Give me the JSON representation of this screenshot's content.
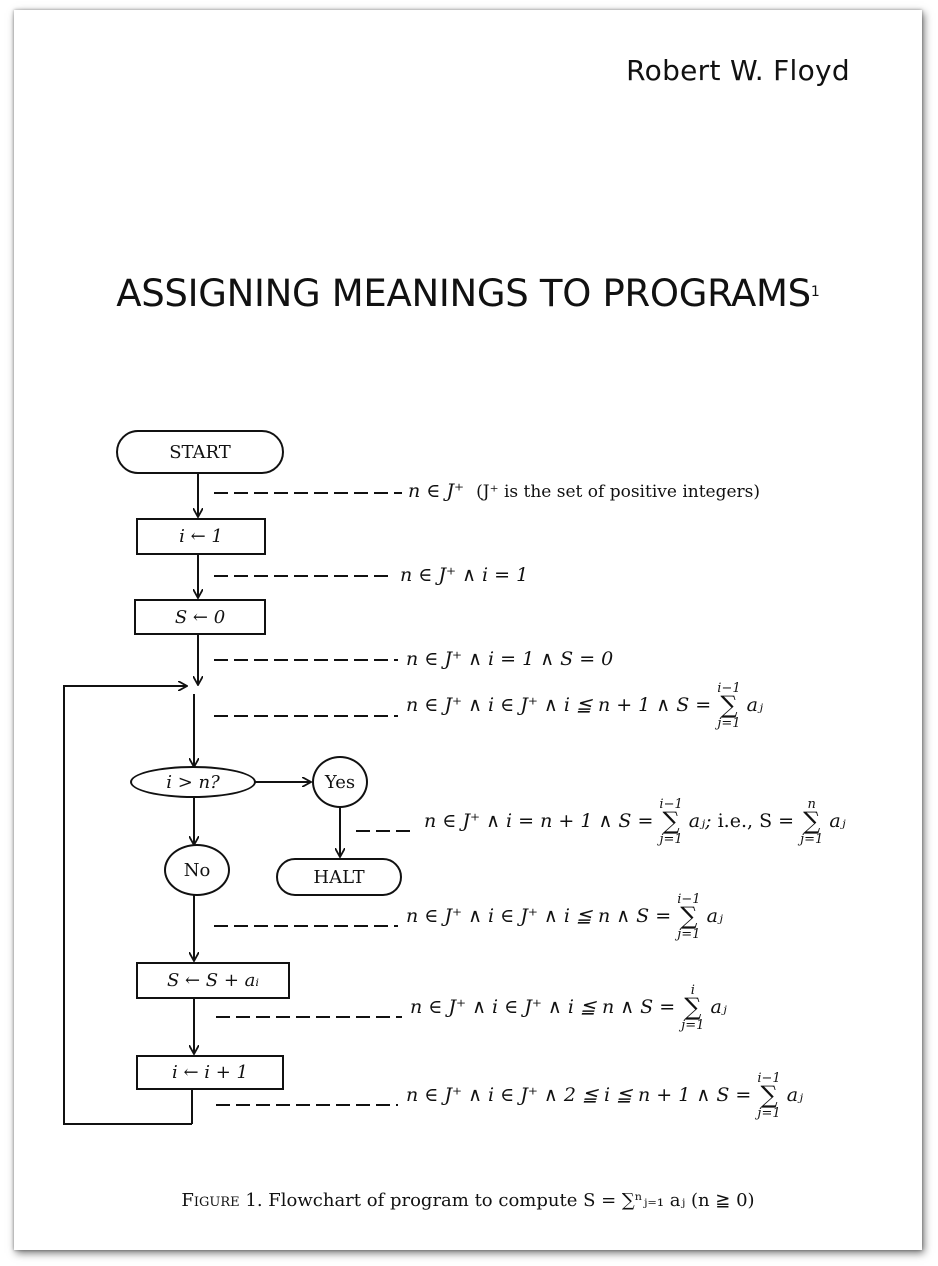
{
  "header": {
    "author": "Robert W. Floyd"
  },
  "paper": {
    "title": "ASSIGNING MEANINGS TO PROGRAMS",
    "footnote_mark": "1"
  },
  "flowchart": {
    "nodes": {
      "start": "START",
      "init_i": "i ← 1",
      "init_s": "S ← 0",
      "test": "i > n?",
      "yes": "Yes",
      "no": "No",
      "halt": "HALT",
      "accumulate": "S ← S + aᵢ",
      "increment": "i ← i + 1"
    },
    "assertions": {
      "a1": "n ∈ J⁺",
      "a1_note": "(J⁺ is the set of positive integers)",
      "a2": "n ∈ J⁺ ∧ i = 1",
      "a3": "n ∈ J⁺ ∧ i = 1 ∧ S = 0",
      "a4": "n ∈ J⁺ ∧ i ∈ J⁺ ∧ i ≦ n + 1 ∧ S =",
      "a4_sum": {
        "top": "i−1",
        "bottom": "j=1",
        "term": "aⱼ"
      },
      "a5": "n ∈ J⁺ ∧ i = n + 1 ∧ S =",
      "a5_sum": {
        "top": "i−1",
        "bottom": "j=1",
        "term": "aⱼ;"
      },
      "a5_ie": "i.e., S =",
      "a5_sum2": {
        "top": "n",
        "bottom": "j=1",
        "term": "aⱼ"
      },
      "a6": "n ∈ J⁺ ∧ i ∈ J⁺ ∧ i ≦ n ∧ S =",
      "a6_sum": {
        "top": "i−1",
        "bottom": "j=1",
        "term": "aⱼ"
      },
      "a7": "n ∈ J⁺ ∧ i ∈ J⁺ ∧ i ≦ n ∧ S =",
      "a7_sum": {
        "top": "i",
        "bottom": "j=1",
        "term": "aⱼ"
      },
      "a8": "n ∈ J⁺ ∧ i ∈ J⁺ ∧ 2 ≦ i ≦ n + 1 ∧ S =",
      "a8_sum": {
        "top": "i−1",
        "bottom": "j=1",
        "term": "aⱼ"
      }
    }
  },
  "caption": {
    "label": "Figure 1.",
    "text": "Flowchart of program to compute S = ∑ⁿⱼ₌₁ aⱼ (n ≧ 0)"
  }
}
